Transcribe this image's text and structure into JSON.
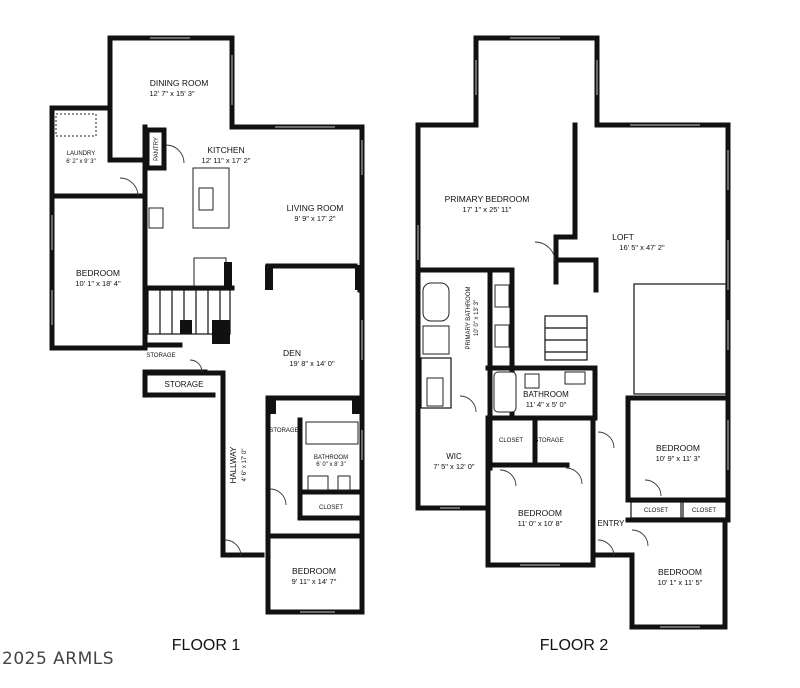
{
  "floor1": {
    "label": "FLOOR 1",
    "rooms": {
      "dining": {
        "name": "DINING ROOM",
        "dims": "12' 7\" x 15' 3\""
      },
      "kitchen": {
        "name": "KITCHEN",
        "dims": "12' 11\" x 17' 2\""
      },
      "pantry": {
        "name": "PANTRY"
      },
      "laundry": {
        "name": "LAUNDRY",
        "dims": "6' 2\" x 9' 3\""
      },
      "living": {
        "name": "LIVING ROOM",
        "dims": "9' 9\" x 17' 2\""
      },
      "bedroom_left": {
        "name": "BEDROOM",
        "dims": "10' 1\" x 18' 4\""
      },
      "den": {
        "name": "DEN",
        "dims": "19' 8\" x 14' 0\""
      },
      "storage_small": {
        "name": "STORAGE"
      },
      "storage_large": {
        "name": "STORAGE"
      },
      "storage_hall": {
        "name": "STORAGE"
      },
      "hallway": {
        "name": "HALLWAY",
        "dims": "4' 6\" x 17' 0\""
      },
      "bathroom": {
        "name": "BATHROOM",
        "dims": "6' 0\" x 8' 3\""
      },
      "closet": {
        "name": "CLOSET"
      },
      "bedroom_bottom": {
        "name": "BEDROOM",
        "dims": "9' 11\" x 14' 7\""
      }
    }
  },
  "floor2": {
    "label": "FLOOR 2",
    "rooms": {
      "primary_bedroom": {
        "name": "PRIMARY BEDROOM",
        "dims": "17' 1\" x 25' 11\""
      },
      "primary_bath": {
        "name": "PRIMARY BATHROOM",
        "dims": "10' 0\" x 13' 3\""
      },
      "loft": {
        "name": "LOFT",
        "dims": "16' 5\" x 47' 2\""
      },
      "bathroom": {
        "name": "BATHROOM",
        "dims": "11' 4\" x 5' 0\""
      },
      "closet_left": {
        "name": "CLOSET"
      },
      "storage": {
        "name": "STORAGE"
      },
      "wic": {
        "name": "WIC",
        "dims": "7' 5\" x 12' 0\""
      },
      "bedroom_mid": {
        "name": "BEDROOM",
        "dims": "11' 0\" x 10' 8\""
      },
      "bedroom_right": {
        "name": "BEDROOM",
        "dims": "10' 9\" x 11' 3\""
      },
      "closet_a": {
        "name": "CLOSET"
      },
      "closet_b": {
        "name": "CLOSET"
      },
      "entry": {
        "name": "ENTRY"
      },
      "bedroom_bottom": {
        "name": "BEDROOM",
        "dims": "10' 1\" x 11' 5\""
      }
    }
  },
  "watermark": "2025 ARMLS"
}
